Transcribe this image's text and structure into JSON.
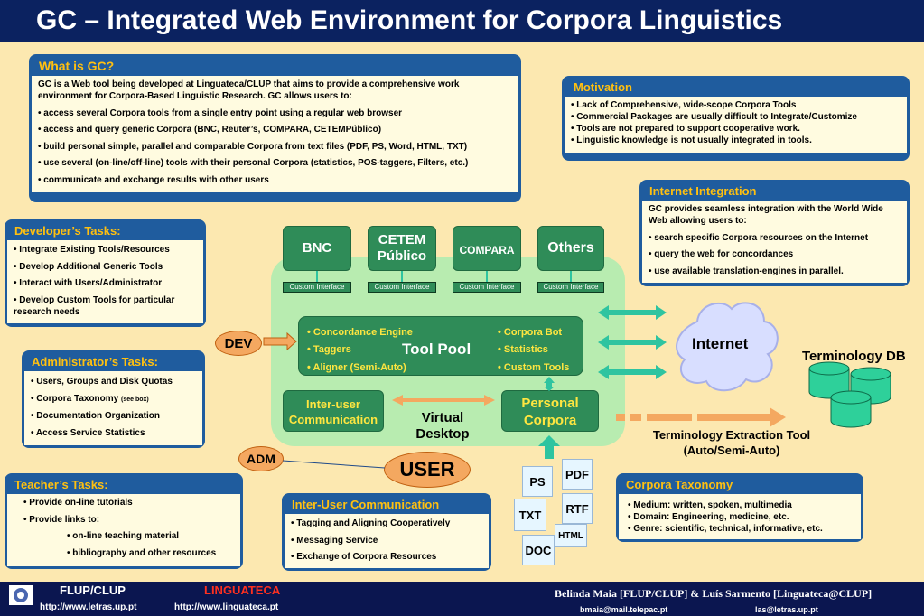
{
  "title": "GC – Integrated Web Environment for Corpora Linguistics",
  "what_is_gc": {
    "heading": "What is GC?",
    "intro": "GC is a Web tool being developed at Linguateca/CLUP that aims to provide a comprehensive work environment for Corpora-Based Linguistic Research. GC allows users to:",
    "items": [
      "• access several Corpora tools from a single entry point using a regular web browser",
      "• access and query generic Corpora (BNC, Reuter’s, COMPARA, CETEMPúblico)",
      "• build personal simple, parallel and comparable Corpora from text files (PDF, PS, Word, HTML, TXT)",
      "• use several (on-line/off-line) tools with their personal Corpora (statistics, POS-taggers, Filters, etc.)",
      "• communicate and exchange results with other users"
    ]
  },
  "motivation": {
    "heading": "Motivation",
    "items": [
      "• Lack of Comprehensive, wide-scope Corpora Tools",
      "• Commercial Packages are usually difficult to Integrate/Customize",
      "• Tools are not prepared to support cooperative work.",
      "• Linguistic knowledge is not usually integrated in tools."
    ]
  },
  "internet_integration": {
    "heading": "Internet Integration",
    "intro": "GC provides seamless integration with the World Wide Web allowing users to:",
    "items": [
      "• search specific Corpora resources on the Internet",
      "• query the web for concordances",
      "• use available translation-engines in parallel."
    ]
  },
  "developer_tasks": {
    "heading": "Developer’s Tasks:",
    "items": [
      "• Integrate Existing Tools/Resources",
      "• Develop Additional Generic Tools",
      "• Interact with Users/Administrator",
      "• Develop Custom Tools for particular research needs"
    ]
  },
  "administrator_tasks": {
    "heading": "Administrator’s Tasks:",
    "items": [
      "• Users, Groups and Disk Quotas",
      "• Corpora Taxonomy",
      "• Documentation Organization",
      "• Access Service Statistics"
    ],
    "see_box": "(see box)"
  },
  "teacher_tasks": {
    "heading": "Teacher’s Tasks:",
    "items": [
      "• Provide on-line tutorials",
      "• Provide links to:",
      "• on-line teaching material",
      "• bibliography and other resources"
    ]
  },
  "inter_user_comm": {
    "heading": "Inter-User Communication",
    "items": [
      "• Tagging and Aligning Cooperatively",
      "• Messaging Service",
      "• Exchange of Corpora Resources"
    ]
  },
  "corpora_taxonomy": {
    "heading": "Corpora Taxonomy",
    "items": [
      "• Medium: written, spoken, multimedia",
      "• Domain: Engineering, medicine, etc.",
      "• Genre: scientific, technical, informative, etc."
    ]
  },
  "diagram": {
    "sources": [
      "BNC",
      "CETEM Público",
      "COMPARA",
      "Others"
    ],
    "custom_interface": "Custom Interface",
    "tool_pool": {
      "label": "Tool Pool",
      "left_items": [
        "• Concordance Engine",
        "• Taggers",
        "• Aligner (Semi-Auto)"
      ],
      "right_items": [
        "• Corpora Bot",
        "• Statistics",
        "• Custom Tools"
      ]
    },
    "inter_user": "Inter-user Communication",
    "personal_corpora": "Personal Corpora",
    "virtual_desktop": "Virtual Desktop",
    "dev": "DEV",
    "adm": "ADM",
    "user": "USER",
    "internet": "Internet",
    "terminology_db": "Terminology DB",
    "terminology_tool": "Terminology Extraction Tool (Auto/Semi-Auto)",
    "file_types": [
      "PS",
      "PDF",
      "TXT",
      "RTF",
      "HTML",
      "DOC"
    ]
  },
  "footer": {
    "flup": "FLUP/CLUP",
    "linguateca": "LINGUATECA",
    "url_letras": "http://www.letras.up.pt",
    "url_linguateca": "http://www.linguateca.pt",
    "authors": "Belinda Maia [FLUP/CLUP] & Luís Sarmento [Linguateca@CLUP]",
    "email1": "bmaia@mail.telepac.pt",
    "email2": "las@letras.up.pt"
  },
  "colors": {
    "header_bg": "#0b2260",
    "box_frame": "#1f5c9e",
    "box_title": "#ffc010",
    "box_body": "#fffbe0",
    "desktop": "#b8ecb0",
    "green_box": "#2f8c58",
    "arrow_orange": "#f4a860",
    "arrow_teal": "#2ec4a0",
    "background": "#fce8b0"
  }
}
